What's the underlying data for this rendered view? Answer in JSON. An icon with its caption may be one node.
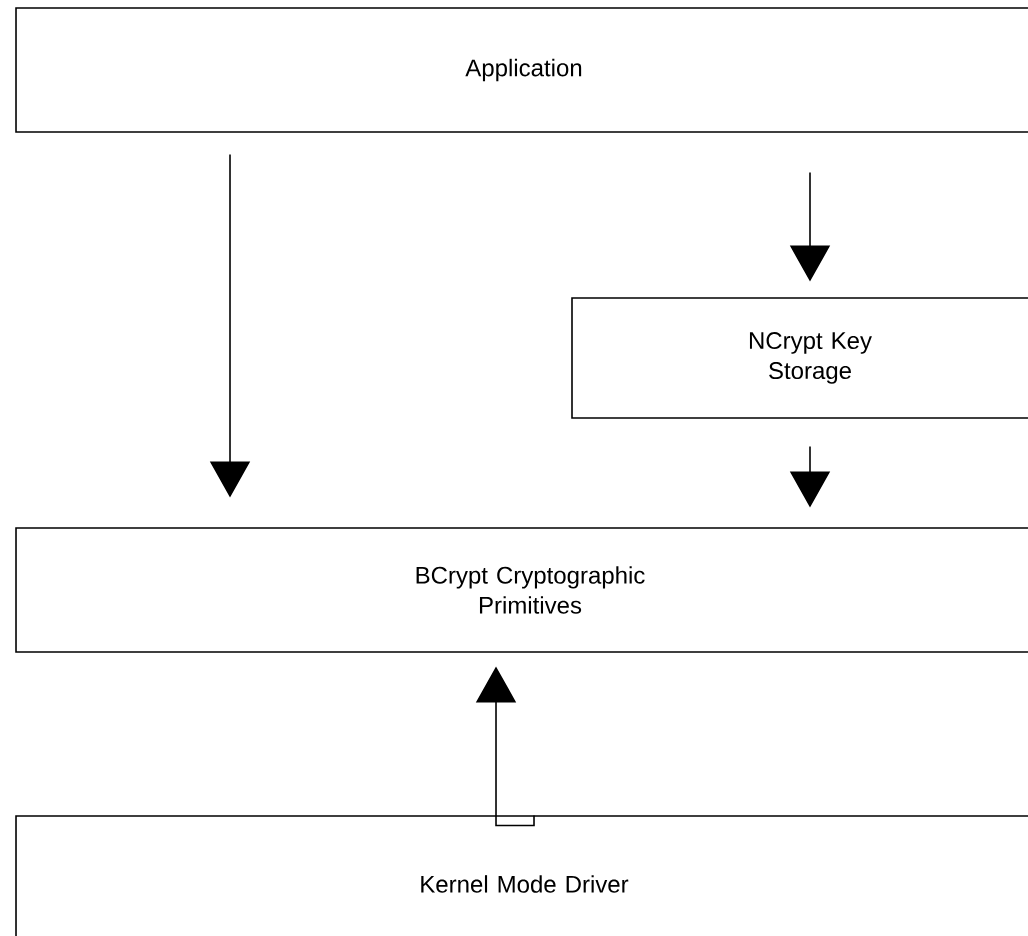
{
  "diagram": {
    "nodes": [
      {
        "text": [
          "Application"
        ]
      },
      {
        "text": [
          "NCrypt Key Storage"
        ]
      },
      {
        "text": [
          "BCrypt Cryptographic Primitives"
        ]
      },
      {
        "text": [
          "Kernel Mode Driver"
        ]
      }
    ],
    "edges": [
      {
        "from": 0,
        "to": 2,
        "arrow": "to"
      },
      {
        "from": 0,
        "to": 1,
        "arrow": "to"
      },
      {
        "from": 1,
        "to": 2,
        "arrow": "to"
      },
      {
        "from": 3,
        "to": 2,
        "arrow": "to"
      }
    ]
  }
}
